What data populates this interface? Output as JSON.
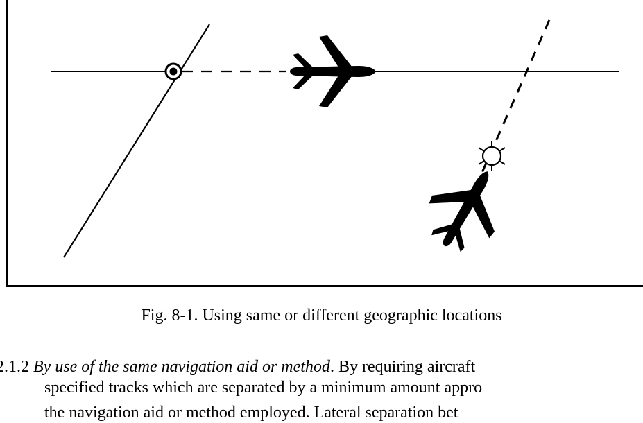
{
  "figure": {
    "description_icons": [
      "aircraft-icon",
      "vor-station-icon",
      "ndb-station-icon"
    ],
    "colors": {
      "ink": "#000000",
      "background": "#ffffff"
    }
  },
  "caption": "Fig. 8-1. Using same or different geographic locations",
  "paragraph": {
    "number": "2.1.2 ",
    "heading": "By use of the same navigation aid or method",
    "line1_rest": ". By requiring aircraft",
    "line2": "specified tracks which are separated by a minimum amount appro",
    "line3": "the navigation aid or method employed. Lateral separation bet"
  }
}
